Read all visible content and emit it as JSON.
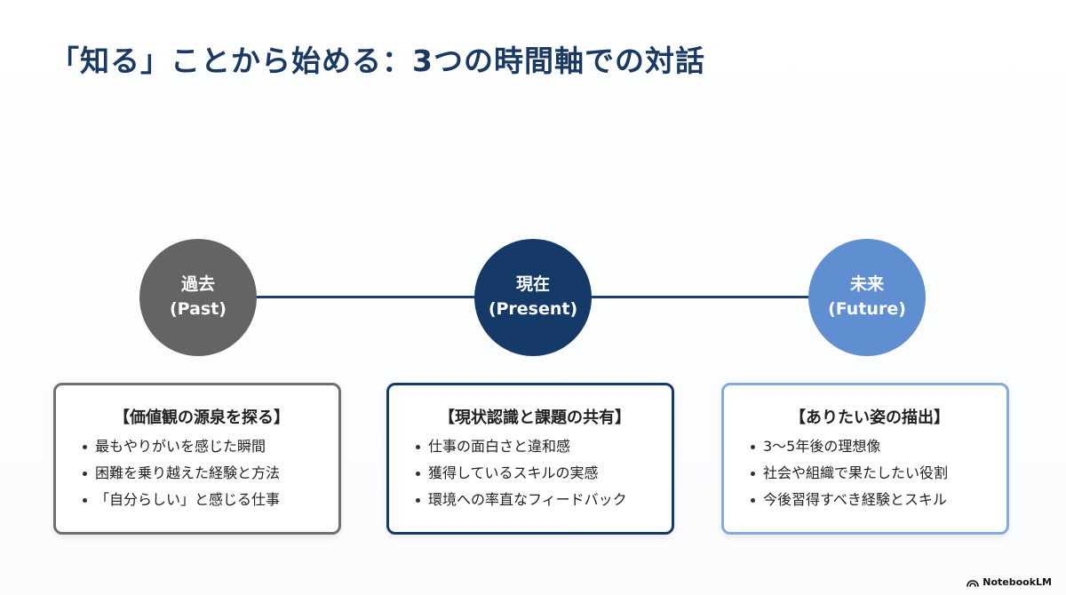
{
  "slide": {
    "title": "「知る」ことから始める：3つの時間軸での対話"
  },
  "timeline": [
    {
      "id": "past",
      "circle_label": "過去",
      "circle_sublabel": "(Past)",
      "card_title": "【価値観の源泉を探る】",
      "items": [
        "最もやりがいを感じた瞬間",
        "困難を乗り越えた経験と方法",
        "「自分らしい」と感じる仕事"
      ],
      "colors": {
        "circle": "#646464",
        "border": "#707070"
      }
    },
    {
      "id": "present",
      "circle_label": "現在",
      "circle_sublabel": "(Present)",
      "card_title": "【現状認識と課題の共有】",
      "items": [
        "仕事の面白さと違和感",
        "獲得しているスキルの実感",
        "環境への率直なフィードバック"
      ],
      "colors": {
        "circle": "#163A68",
        "border": "#163A68"
      }
    },
    {
      "id": "future",
      "circle_label": "未来",
      "circle_sublabel": "(Future)",
      "card_title": "【ありたい姿の描出】",
      "items": [
        "3〜5年後の理想像",
        "社会や組織で果たしたい役割",
        "今後習得すべき経験とスキル"
      ],
      "colors": {
        "circle": "#5F8FD0",
        "border": "#86AADB"
      }
    }
  ],
  "branding": {
    "label": "NotebookLM",
    "icon": "notebooklm-logo-icon"
  },
  "colors": {
    "title": "#1A3A64",
    "line": "#1F3F66",
    "text": "#222222"
  }
}
